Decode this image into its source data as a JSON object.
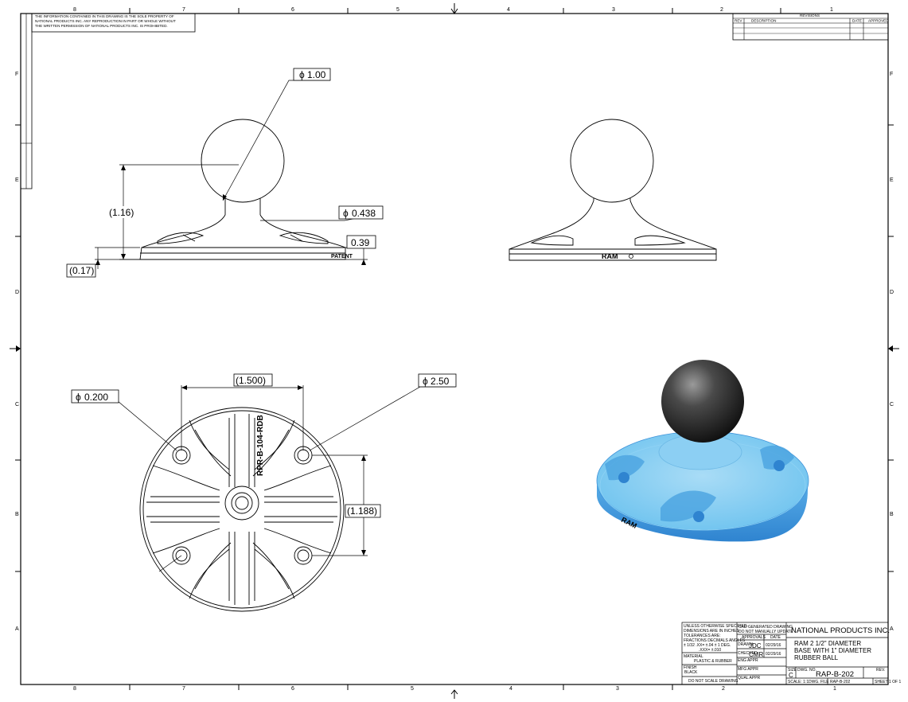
{
  "notice": {
    "line1": "THE INFORMATION CONTAINED IN THIS DRAWING IS THE SOLE PROPERTY OF",
    "line2": "NATIONAL PRODUCTS INC. ANY REPRODUCTION IN PART OR WHOLE WITHOUT",
    "line3": "THE WRITTEN PERMISSION OF NATIONAL PRODUCTS INC. IS PROHIBITED."
  },
  "revisions": {
    "title": "REVISIONS",
    "col_rev": "REV",
    "col_description": "DESCRIPTION",
    "col_date": "DATE",
    "col_approved": "APPROVED"
  },
  "zones": {
    "columns": [
      "8",
      "7",
      "6",
      "5",
      "4",
      "3",
      "2",
      "1"
    ],
    "rows": [
      "F",
      "E",
      "D",
      "C",
      "B",
      "A"
    ]
  },
  "dimensions": {
    "ball_dia": "1.00",
    "height_total": "(1.16)",
    "neck_dia": "0.438",
    "base_height": "0.39",
    "base_edge": "(0.17)",
    "hole_spacing_x": "(1.500)",
    "hole_dia": "0.200",
    "base_dia": "2.50",
    "hole_spacing_y": "(1.188)",
    "dia_symbol": "ϕ"
  },
  "part_marking": "RPR-B-104-RDB",
  "patent_mark": "PATENT",
  "brand_mark": "RAM",
  "title_block": {
    "tolerance_line1": "UNLESS OTHERWISE SPECIFIED:",
    "tolerance_line2": "DIMENSIONS ARE IN INCHES",
    "tolerance_line3": "TOLERANCES ARE:",
    "tolerance_line4": "FRACTIONS   DECIMALS   ANGLES",
    "tolerance_line5": "± 1/32    .XX= ±.04    ± 1 DEG.",
    "tolerance_line6": ".XXX= ±.010",
    "cad_line1": "CAD GENERATED DRAWING,",
    "cad_line2": "DO NOT MANUALLY UPDATE",
    "approvals_label": "APPROVALS",
    "date_label": "DATE",
    "drawn_label": "DRAWN",
    "drawn_by": "JDC",
    "drawn_date": "02/29/16",
    "checked_label": "CHECKED",
    "checked_by": "CMR",
    "checked_date": "02/29/16",
    "eng_appr_label": "ENG APPR",
    "mfg_appr_label": "MFG APPR",
    "qa_label": "QUAL APPR",
    "material_label": "MATERIAL",
    "material": "PLASTIC & RUBBER",
    "finish_label": "FINISH",
    "finish": "BLACK",
    "no_scale": "DO NOT SCALE DRAWING",
    "company": "NATIONAL PRODUCTS INC.",
    "title1": "RAM 2 1/2\" DIAMETER",
    "title2": "BASE WITH 1\" DIAMETER",
    "title3": "RUBBER BALL",
    "size_label": "SIZE",
    "size": "C",
    "dwg_no_label": "DWG. NO.",
    "dwg_no": "RAP-B-202",
    "rev_label": "REV.",
    "scale_label": "SCALE: 1:1",
    "dwg_file_label": "DWG. FILE",
    "dwg_file": "RAP-B-202",
    "sheet_label": "SHEET 1 OF 1"
  },
  "colors": {
    "line": "#000000",
    "iso_base": "#6ec3ef",
    "iso_base_dark": "#3d92d9",
    "iso_ball": "#2b2b2b"
  }
}
